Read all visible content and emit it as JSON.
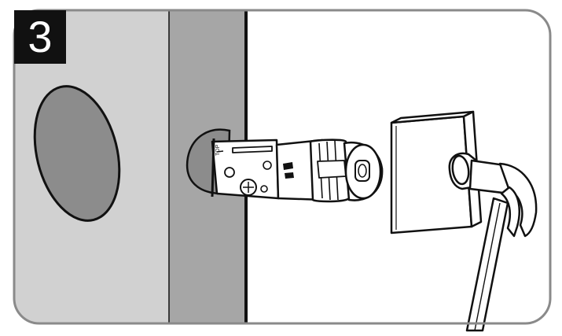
{
  "step": {
    "number": "3"
  },
  "latch": {
    "marking_top": "TOP"
  },
  "colors": {
    "door_face": "#d1d1d1",
    "door_edge": "#a6a6a6",
    "bore_hole": "#8c8c8c",
    "outline": "#111111",
    "frame_border": "#8a8a8a",
    "latch_body": "#ffffff",
    "wood_block": "#ffffff"
  },
  "icons": [
    "door-bore-hole",
    "latch-assembly",
    "wood-block",
    "hammer"
  ]
}
